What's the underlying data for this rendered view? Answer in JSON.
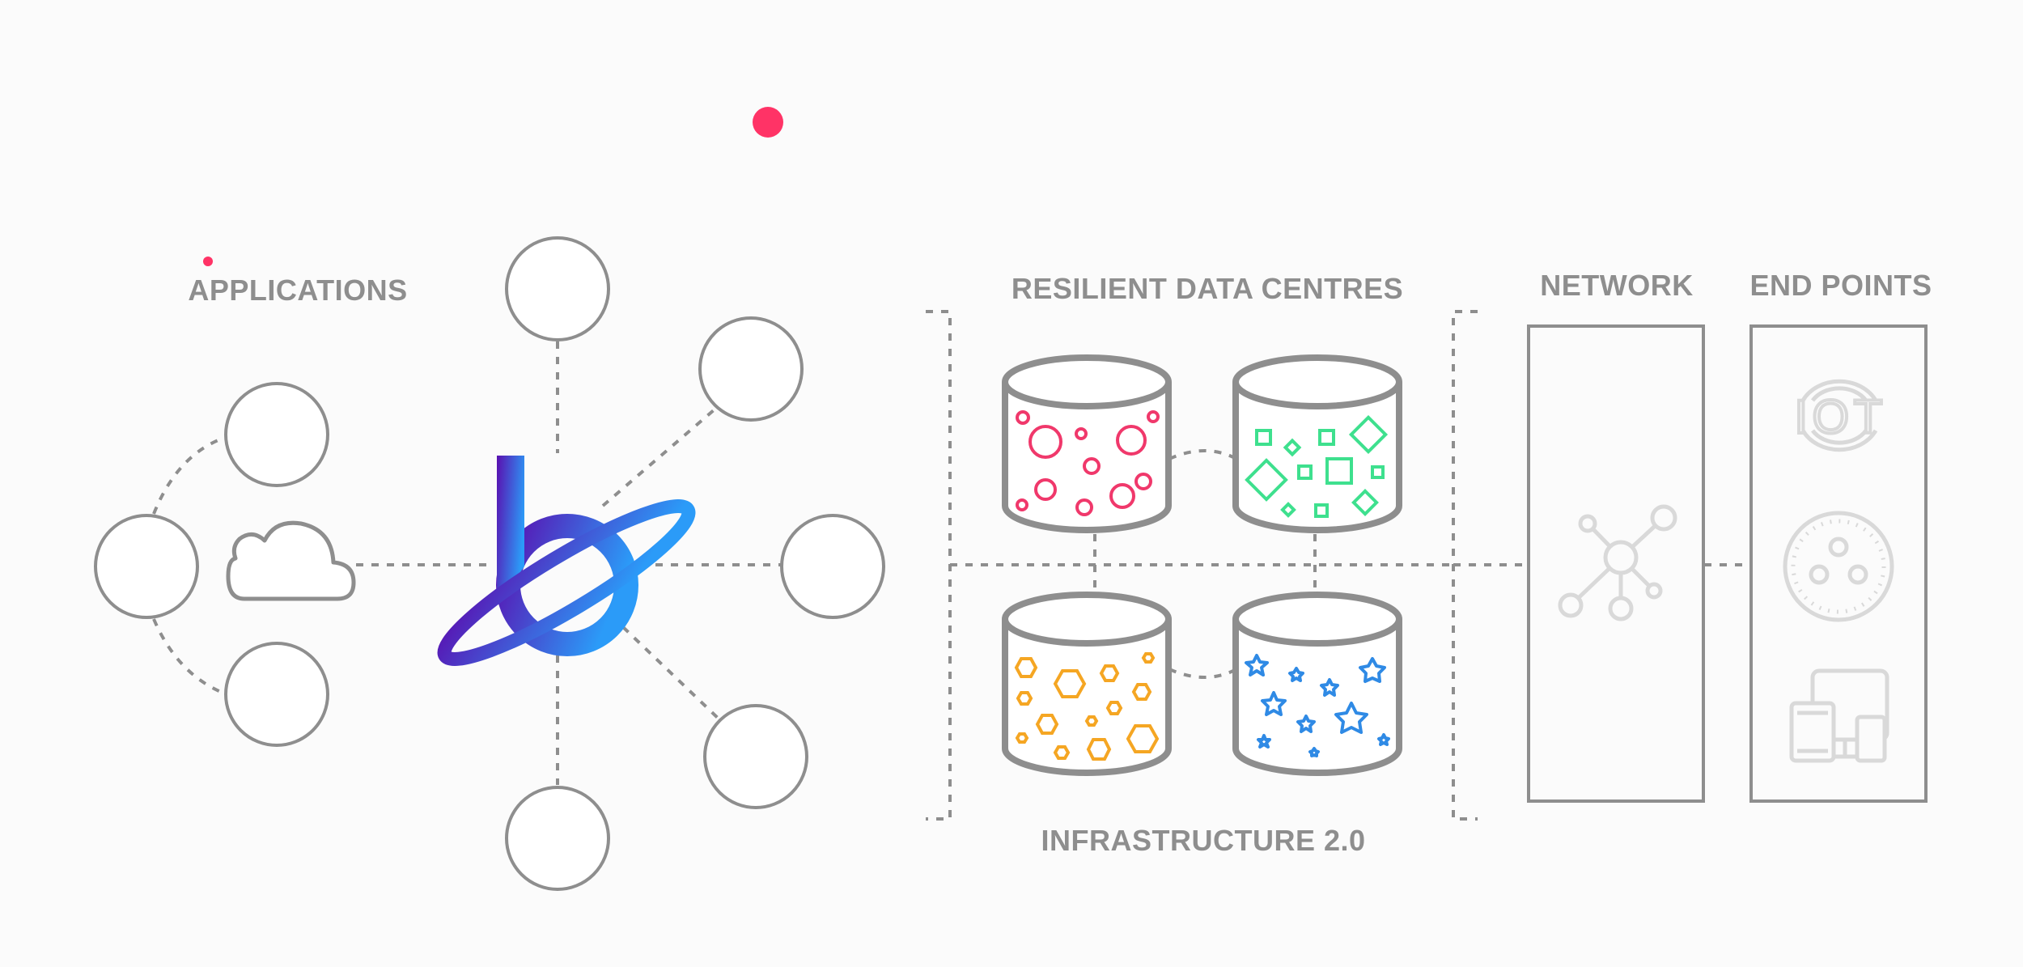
{
  "labels": {
    "applications": "APPLICATIONS",
    "data_centres": "RESILIENT DATA CENTRES",
    "infrastructure": "INFRASTRUCTURE 2.0",
    "network": "NETWORK",
    "end_points": "END POINTS",
    "iot_text": "IOT"
  },
  "colors": {
    "line": "#8e8e8e",
    "accent_dot": "#ff3366",
    "cyl_circles": "#f0386b",
    "cyl_squares": "#3ee08e",
    "cyl_hexagons": "#f5a623",
    "cyl_stars": "#2f8ae5",
    "brand_gradient_start": "#5a0fb0",
    "brand_gradient_end": "#2b9bf8",
    "faint_icon": "#d9d9d9"
  },
  "icons": {
    "cloud": "cloud-icon",
    "brand": "brand-logo-b-orbit",
    "network": "network-hub-icon",
    "iot": "iot-icon",
    "sensor": "sensor-disc-icon",
    "devices": "devices-icon"
  }
}
